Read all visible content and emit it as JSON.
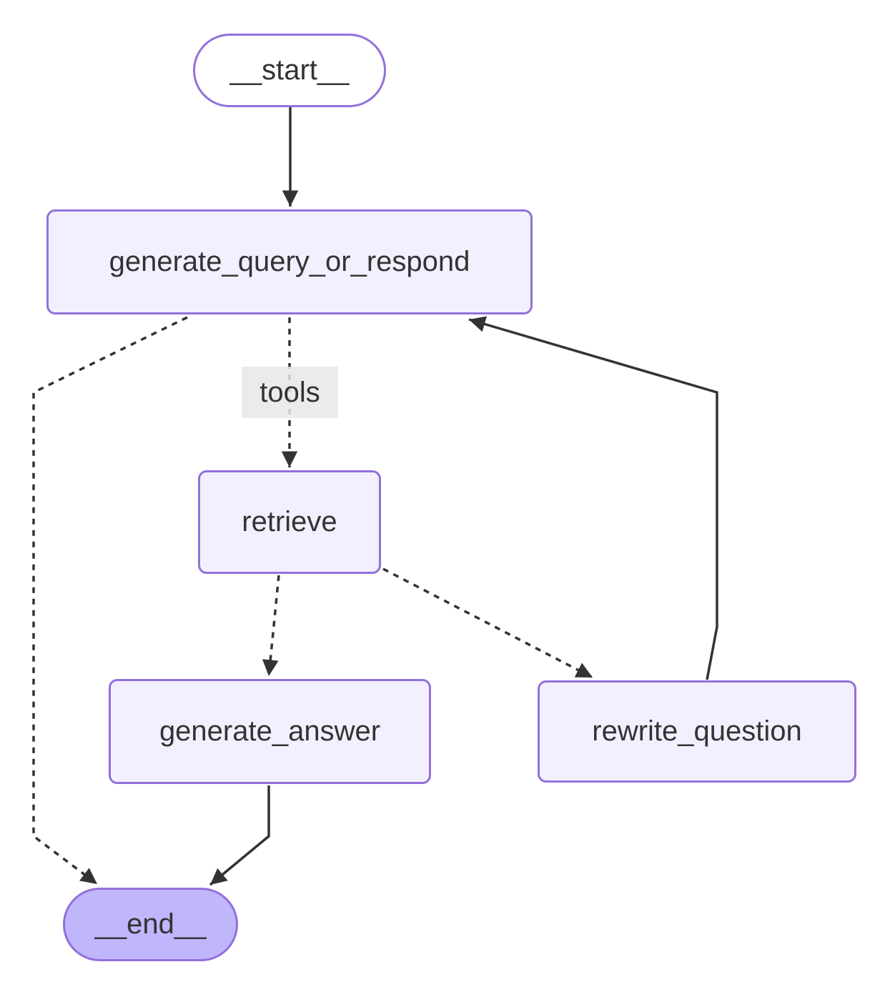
{
  "diagram": {
    "type": "flowchart",
    "direction": "top-down",
    "nodes": [
      {
        "id": "__start__",
        "label": "__start__",
        "shape": "stadium",
        "role": "start"
      },
      {
        "id": "generate_query_or_respond",
        "label": "generate_query_or_respond",
        "shape": "rounded-rect",
        "role": "process"
      },
      {
        "id": "retrieve",
        "label": "retrieve",
        "shape": "rounded-rect",
        "role": "process"
      },
      {
        "id": "generate_answer",
        "label": "generate_answer",
        "shape": "rounded-rect",
        "role": "process"
      },
      {
        "id": "rewrite_question",
        "label": "rewrite_question",
        "shape": "rounded-rect",
        "role": "process"
      },
      {
        "id": "__end__",
        "label": "__end__",
        "shape": "stadium",
        "role": "end"
      }
    ],
    "edges": [
      {
        "from": "__start__",
        "to": "generate_query_or_respond",
        "style": "solid",
        "label": ""
      },
      {
        "from": "generate_query_or_respond",
        "to": "retrieve",
        "style": "dotted",
        "label": "tools"
      },
      {
        "from": "generate_query_or_respond",
        "to": "__end__",
        "style": "dotted",
        "label": ""
      },
      {
        "from": "retrieve",
        "to": "generate_answer",
        "style": "dotted",
        "label": ""
      },
      {
        "from": "retrieve",
        "to": "rewrite_question",
        "style": "dotted",
        "label": ""
      },
      {
        "from": "rewrite_question",
        "to": "generate_query_or_respond",
        "style": "solid",
        "label": ""
      },
      {
        "from": "generate_answer",
        "to": "__end__",
        "style": "solid",
        "label": ""
      }
    ],
    "colors": {
      "node_fill": "#f2f0ff",
      "node_border": "#9370db",
      "start_fill": "#ffffff",
      "end_fill": "#bfb6fc",
      "edge_stroke": "#333333",
      "text": "#333333",
      "edge_label_bg": "#e8e8e8",
      "background": "#ffffff"
    }
  }
}
